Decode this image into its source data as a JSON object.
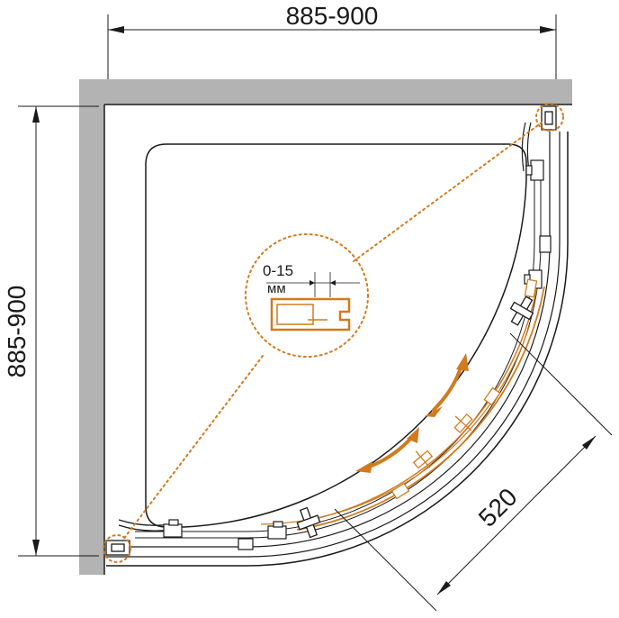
{
  "dimensions": {
    "width_label": "885-900",
    "height_label": "885-900",
    "door_opening_label": "520"
  },
  "detail": {
    "gap_range": "0-15",
    "gap_unit": "мм"
  },
  "colors": {
    "wall": "#b3b3b3",
    "line": "#1a1a1a",
    "accent": "#d27a1e",
    "background": "#ffffff"
  }
}
